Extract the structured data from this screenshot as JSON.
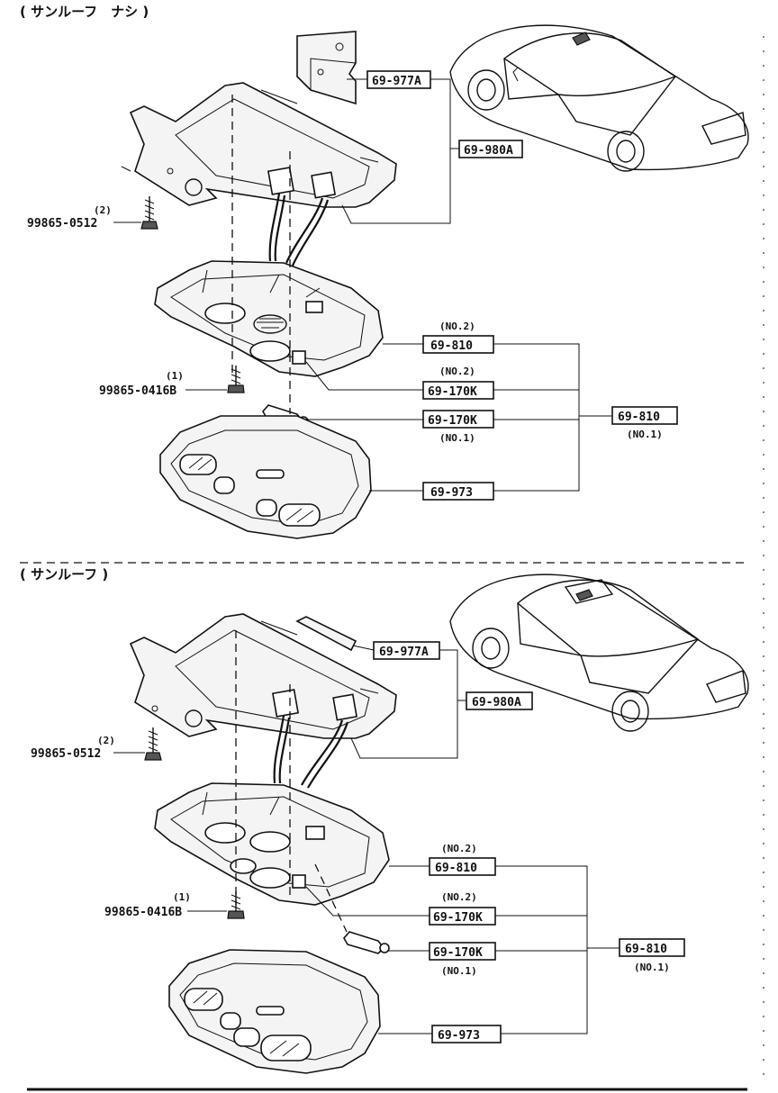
{
  "sections": [
    {
      "header": "( サンルーフ　ナシ )",
      "parts": {
        "bracket": "69-977A",
        "harness": "69-980A",
        "lamp_body": "69-810",
        "bulb_upper": "69-170K",
        "bulb_lower": "69-170K",
        "lamp_assy": "69-810",
        "lens": "69-973",
        "screw_small": "99865-0512",
        "screw_large": "99865-0416B"
      },
      "qty": {
        "screw_small": "(2)",
        "screw_large": "(1)"
      },
      "notes": {
        "lamp_body": "(NO.2)",
        "bulb_upper": "(NO.2)",
        "bulb_lower": "(NO.1)",
        "lamp_assy": "(NO.1)"
      }
    },
    {
      "header": "( サンルーフ )",
      "parts": {
        "bracket": "69-977A",
        "harness": "69-980A",
        "lamp_body": "69-810",
        "bulb_upper": "69-170K",
        "bulb_lower": "69-170K",
        "lamp_assy": "69-810",
        "lens": "69-973",
        "screw_small": "99865-0512",
        "screw_large": "99865-0416B"
      },
      "qty": {
        "screw_small": "(2)",
        "screw_large": "(1)"
      },
      "notes": {
        "lamp_body": "(NO.2)",
        "bulb_upper": "(NO.2)",
        "bulb_lower": "(NO.1)",
        "lamp_assy": "(NO.1)"
      }
    }
  ]
}
